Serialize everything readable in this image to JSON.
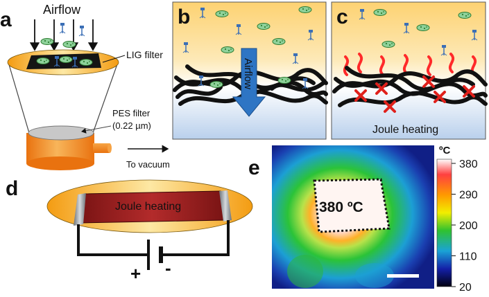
{
  "panels": {
    "a": {
      "label": "a",
      "airflow": "Airflow",
      "lig_filter": "LIG filter",
      "pes_filter": "PES filter",
      "pes_size": "(0.22 µm)",
      "vacuum": "To vacuum"
    },
    "b": {
      "label": "b",
      "airflow": "Airflow"
    },
    "c": {
      "label": "c",
      "joule": "Joule heating"
    },
    "d": {
      "label": "d",
      "joule": "Joule heating",
      "plus": "+",
      "minus": "-"
    },
    "e": {
      "label": "e",
      "temperature_label": "380 ºC",
      "colorbar": {
        "unit": "ºC",
        "ticks": [
          "380",
          "290",
          "200",
          "110",
          "20"
        ]
      }
    }
  },
  "colors": {
    "orange": "#f5a21a",
    "yellow": "#fde39b",
    "blue_bg": "#c5d9ef",
    "arrow_blue": "#2e75c4",
    "heater_red": "#9d1f1f",
    "cross_red": "#e0201b",
    "heat_wave": "#ff2a2a"
  }
}
